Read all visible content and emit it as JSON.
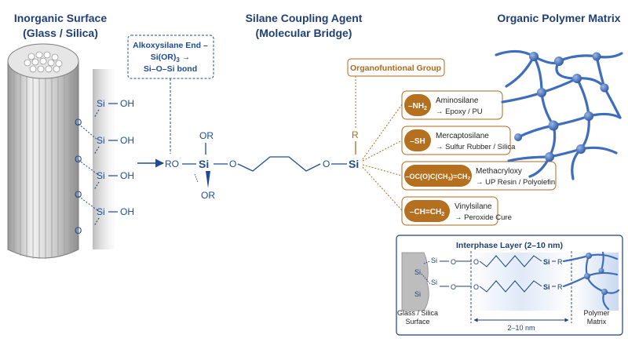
{
  "headers": {
    "inorganic_line1": "Inorganic Surface",
    "inorganic_line2": "(Glass / Silica)",
    "silane_line1": "Silane Coupling Agent",
    "silane_line2": "(Molecular Bridge)",
    "organic": "Organic Polymer Matrix"
  },
  "alkoxy_box": {
    "line1": "Alkoxysilane End –",
    "line2_main": "Si(OR)",
    "line2_sub": "3",
    "line2_tail": " →",
    "line3": "Si–O–Si bond"
  },
  "surface_groups": [
    {
      "si": "Si",
      "oh": "OH",
      "o": "O"
    },
    {
      "si": "Si",
      "oh": "OH",
      "o": "O"
    },
    {
      "si": "Si",
      "oh": "OH",
      "o": "O"
    },
    {
      "si": "Si",
      "oh": "OH",
      "o": "O"
    }
  ],
  "molecule": {
    "ro": "RO",
    "si_center": "Si",
    "or_top": "OR",
    "or_bottom": "OR",
    "o_left": "O",
    "o_right": "O",
    "si_right": "Si",
    "r_label": "R"
  },
  "organofunctional_label": "Organofuntional Group",
  "groups": [
    {
      "badge_main": "–NH",
      "badge_sub": "2",
      "badge_tail": "",
      "name": "Aminosilane",
      "use": "→ Epoxy / PU"
    },
    {
      "badge_main": "–SH",
      "badge_sub": "",
      "badge_tail": "",
      "name": "Mercaptosilane",
      "use": "→ Sulfur Rubber / Silica"
    },
    {
      "badge_main": "–OC(O)C(CH",
      "badge_sub": "3",
      "badge_tail": ")=CH₂",
      "name": "Methacryloxy",
      "use": "→ UP Resin / Polyolefin"
    },
    {
      "badge_main": "–CH=CH",
      "badge_sub": "2",
      "badge_tail": "",
      "name": "Vinylsilane",
      "use": "→ Peroxide Cure"
    }
  ],
  "interphase": {
    "title": "Interphase Layer (2–10 nm)",
    "si_labels": [
      "Si",
      "Si",
      "Si",
      "Si"
    ],
    "o_labels": [
      "O",
      "O",
      "O",
      "O"
    ],
    "si_right": [
      "Si",
      "Si"
    ],
    "r_labels": [
      "R",
      "R"
    ],
    "surface_label_1": "Glass / Silica",
    "surface_label_2": "Surface",
    "polymer_label_1": "Polymer",
    "polymer_label_2": "Matrix",
    "distance": "2–10 nm"
  },
  "colors": {
    "blue": "#1e4c92",
    "navy": "#1f3f77",
    "orange": "#b06a1c",
    "badge": "#b5701f",
    "polymer": "#3e6dbd"
  }
}
